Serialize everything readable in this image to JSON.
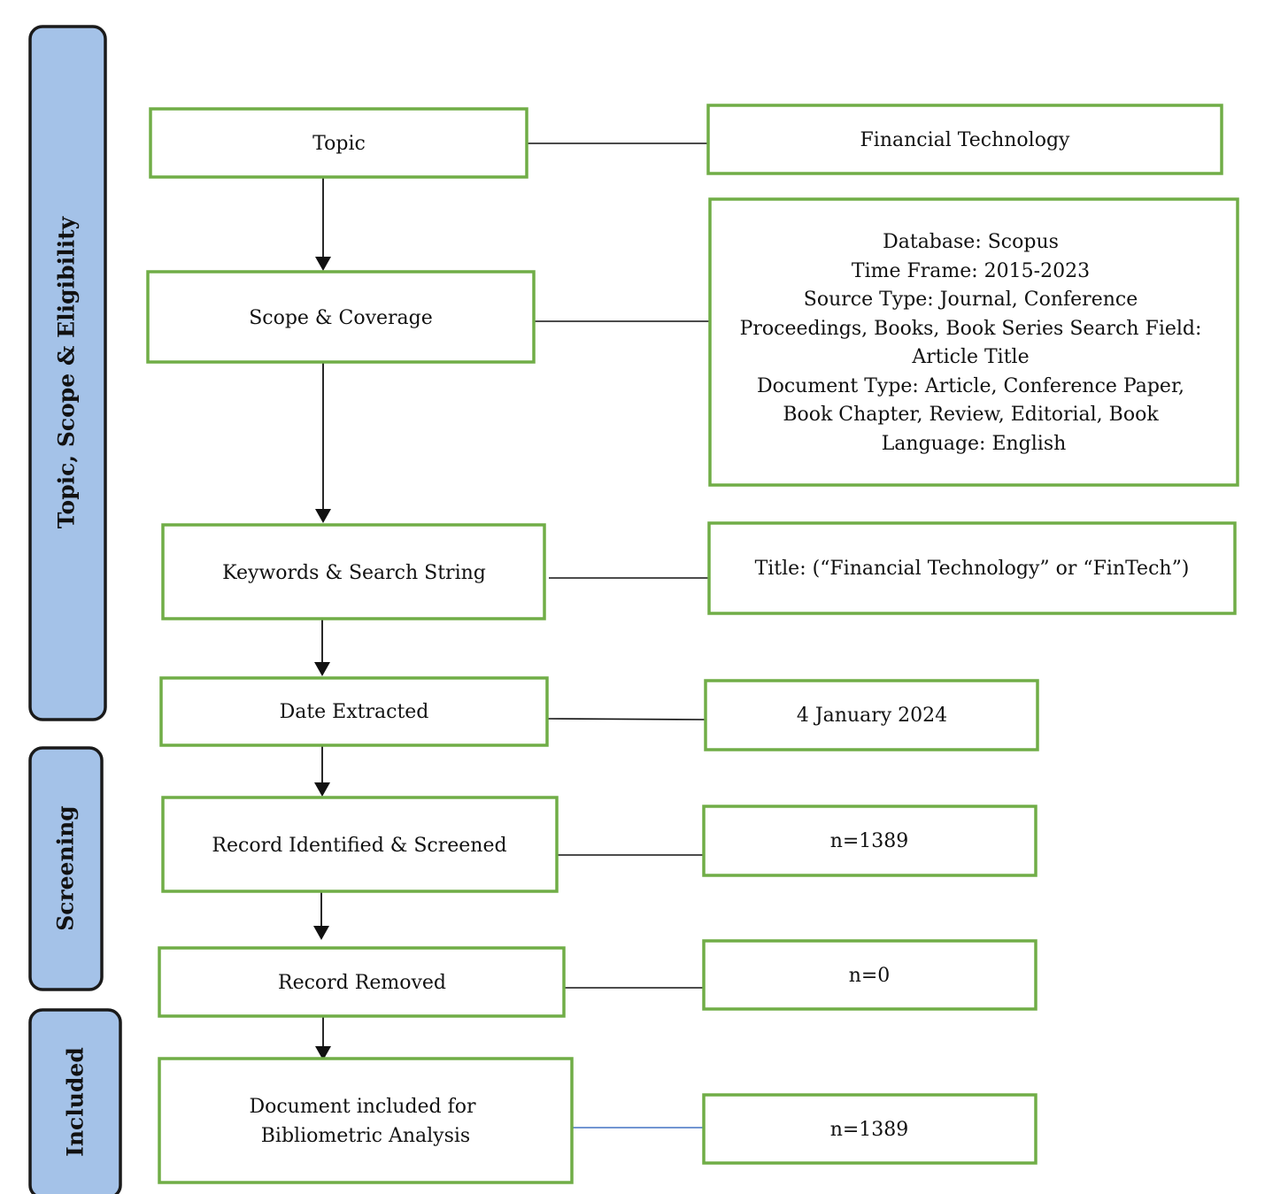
{
  "stages": {
    "topic_scope_eligibility": "Topic, Scope & Eligibility",
    "screening": "Screening",
    "included": "Included"
  },
  "left_boxes": {
    "topic": "Topic",
    "scope": "Scope & Coverage",
    "keywords": "Keywords & Search String",
    "date": "Date Extracted",
    "identified": "Record Identified & Screened",
    "removed": "Record Removed",
    "included": [
      "Document included for",
      "Bibliometric Analysis"
    ]
  },
  "right_boxes": {
    "topic": "Financial Technology",
    "scope": [
      "Database: Scopus",
      "Time Frame: 2015-2023",
      "Source Type: Journal, Conference",
      "Proceedings, Books, Book Series Search Field:",
      "Article Title",
      "Document Type: Article, Conference Paper,",
      "Book Chapter, Review, Editorial, Book",
      "Language: English"
    ],
    "keywords": "Title: (“Financial Technology” or “FinTech”)",
    "date": "4 January 2024",
    "identified": "n=1389",
    "removed": "n=0",
    "included": "n=1389"
  },
  "colors": {
    "box_border": "#70ad47",
    "stage_fill": "#a4c2e8",
    "connector_blue": "#4472c4"
  }
}
